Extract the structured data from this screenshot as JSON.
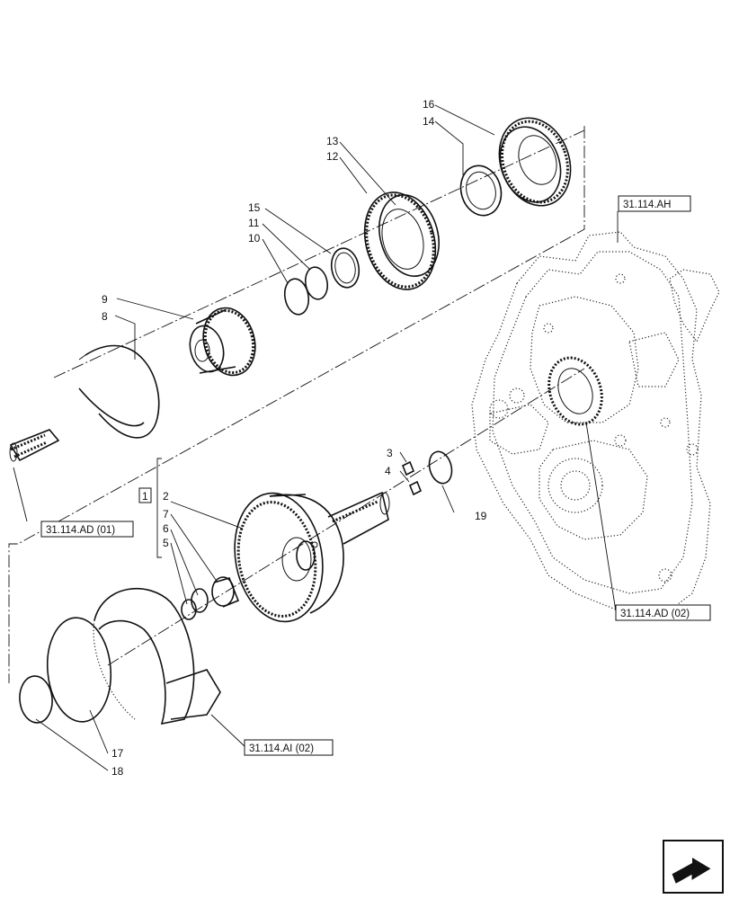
{
  "item_numbers": [
    "1",
    "2",
    "3",
    "4",
    "5",
    "6",
    "7",
    "8",
    "9",
    "10",
    "11",
    "12",
    "13",
    "14",
    "15",
    "16",
    "17",
    "18",
    "19"
  ],
  "references": {
    "ah": "31.114.AH",
    "ad01": "31.114.AD (01)",
    "ad02": "31.114.AD (02)",
    "ai02": "31.114.AI (02)"
  },
  "icons": {
    "corner": "navigation-arrow-icon"
  }
}
